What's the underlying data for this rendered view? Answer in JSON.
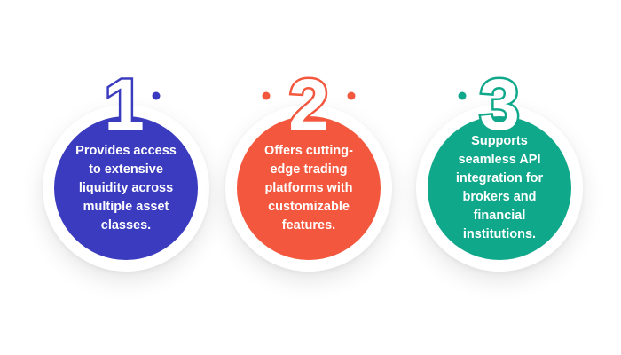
{
  "steps": [
    {
      "number": "1",
      "text": "Provides access to extensive liquidity across multiple asset classes.",
      "color": "#3b3bbf"
    },
    {
      "number": "2",
      "text": "Offers cutting-edge trading platforms with customizable features.",
      "color": "#f3573d"
    },
    {
      "number": "3",
      "text": "Supports seamless API integration for brokers and financial institutions.",
      "color": "#10a88b"
    }
  ],
  "connectors": [
    {
      "from_color": "#3b3bbf",
      "to_color": "#f3573d"
    },
    {
      "from_color": "#f3573d",
      "to_color": "#10a88b"
    }
  ]
}
